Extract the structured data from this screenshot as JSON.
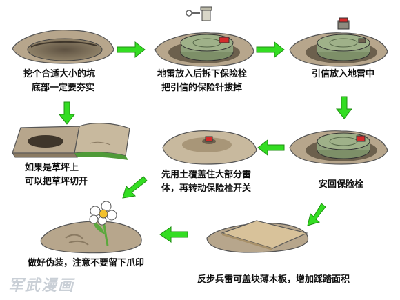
{
  "steps": [
    {
      "id": 1,
      "lines": [
        "挖个合适大小的坑",
        "底部一定要夯实"
      ]
    },
    {
      "id": 2,
      "lines": [
        "地雷放入后拆下保险栓",
        "把引信的保险针拔掉"
      ]
    },
    {
      "id": 3,
      "lines": [
        "引信放入地雷中"
      ]
    },
    {
      "id": 4,
      "lines": [
        "如果是草坪上",
        "可以把草坪切开"
      ]
    },
    {
      "id": 5,
      "lines": [
        "先用土覆盖住大部分雷",
        "体，再转动保险栓开关"
      ]
    },
    {
      "id": 6,
      "lines": [
        "安回保险栓"
      ]
    },
    {
      "id": 7,
      "lines": [
        "做好伪装，注意不要留下爪印"
      ]
    },
    {
      "id": 8,
      "lines": [
        "反步兵雷可盖块薄木板，增加踩踏面积"
      ]
    }
  ],
  "watermark": "军武漫画",
  "colors": {
    "arrow": "#33dd22",
    "soil": "#b7a68c",
    "mine": "#8ea07a",
    "red_fuse": "#d42b2b"
  }
}
